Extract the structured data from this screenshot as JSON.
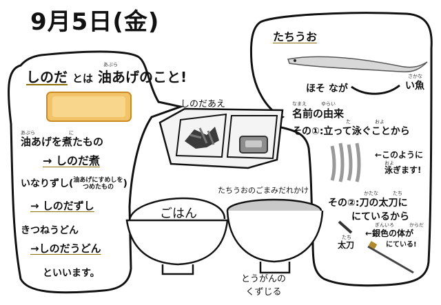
{
  "date": "9月5日(金)",
  "left": {
    "heading_pre": "しのだ",
    "heading_mid": "とは",
    "heading_post": "油あげのこと!",
    "ruby_abura": "あぶら",
    "line1": "油あげを煮たもの",
    "ruby_ni": "に",
    "line1_ruby_abura": "あぶら",
    "line2": "→ しのだ煮",
    "line3_pre": "いなりずし(",
    "line3_note1": "油あげにすめしを",
    "line3_note2": "つめたもの",
    "line3_post": ")",
    "line4": "→ しのだずし",
    "line5": "きつねうどん",
    "line6": "→しのだうどん",
    "line7": "といいます。"
  },
  "center": {
    "dish1": "しのだあえ",
    "dish2": "たちうおのごまみだれかけ",
    "rice": "ごはん",
    "soup_line1": "とうがんの",
    "soup_line2": "くずじる"
  },
  "right": {
    "title": "たちうお",
    "shape_label_1": "ほそ なが",
    "shape_label_2": "い魚",
    "ruby_sakana": "さかな",
    "name_heading": "名前の由来",
    "ruby_namae": "なまえ",
    "ruby_yurai": "ゆらい",
    "reason1": "その①:立って泳ぐことから",
    "ruby_tatte": "た",
    "ruby_oyo": "およ",
    "swim_note1": "←このように",
    "swim_note2": "泳ぎます!",
    "ruby_oyo2": "およ",
    "reason2_line1": "その②:刀の太刀に",
    "ruby_katana": "かたな",
    "ruby_tachi": "たち",
    "reason2_line2": "にているから",
    "sword_label": "太刀",
    "ruby_tachi2": "たち",
    "silver_line1": "←銀色の体が",
    "silver_line2": "にている!",
    "ruby_giniro": "ぎんいろ",
    "ruby_karada": "からだ"
  }
}
